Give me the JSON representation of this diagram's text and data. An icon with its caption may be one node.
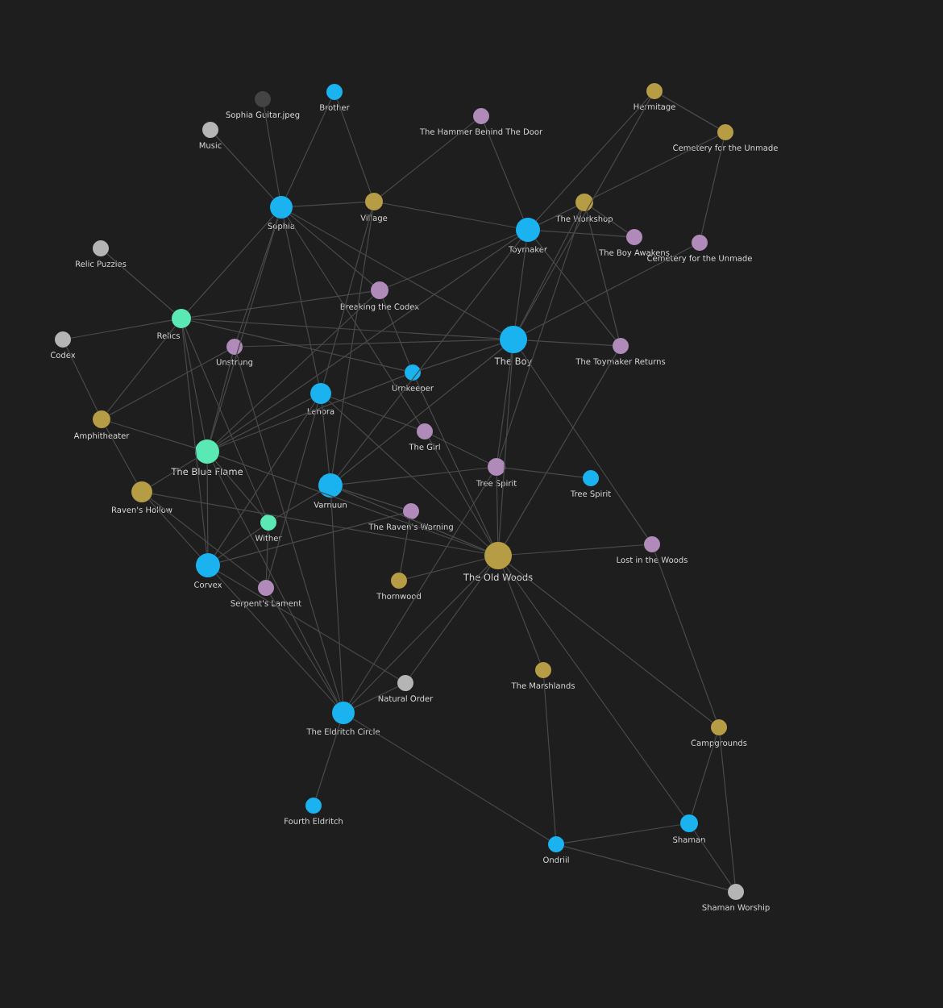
{
  "diagram": {
    "nodes": [
      {
        "text": [
          "Sophia Guitar.jpeg"
        ]
      },
      {
        "text": [
          "Brother"
        ]
      },
      {
        "text": [
          "Music"
        ]
      },
      {
        "text": [
          "The Hammer Behind The Door"
        ]
      },
      {
        "text": [
          "Hermitage"
        ]
      },
      {
        "text": [
          "Cemetery for the Unmade"
        ]
      },
      {
        "text": [
          "Sophia"
        ]
      },
      {
        "text": [
          "Village"
        ]
      },
      {
        "text": [
          "The Workshop"
        ]
      },
      {
        "text": [
          "Toymaker"
        ]
      },
      {
        "text": [
          "The Boy Awakens"
        ]
      },
      {
        "text": [
          "Cemetery for the Unmade"
        ]
      },
      {
        "text": [
          "Relic Puzzles"
        ]
      },
      {
        "text": [
          "Breaking the Codex"
        ]
      },
      {
        "text": [
          "Relics"
        ]
      },
      {
        "text": [
          "Codex"
        ]
      },
      {
        "text": [
          "Unstrung"
        ]
      },
      {
        "text": [
          "The Boy"
        ]
      },
      {
        "text": [
          "The Toymaker Returns"
        ]
      },
      {
        "text": [
          "Urnkeeper"
        ]
      },
      {
        "text": [
          "Lenora"
        ]
      },
      {
        "text": [
          "Amphitheater"
        ]
      },
      {
        "text": [
          "The Blue Flame"
        ]
      },
      {
        "text": [
          "The Girl"
        ]
      },
      {
        "text": [
          "Tree Spirit"
        ]
      },
      {
        "text": [
          "Tree Spirit"
        ]
      },
      {
        "text": [
          "Raven's Hollow"
        ]
      },
      {
        "text": [
          "Varnuun"
        ]
      },
      {
        "text": [
          "The Raven's Warning"
        ]
      },
      {
        "text": [
          "Wither"
        ]
      },
      {
        "text": [
          "Lost in the Woods"
        ]
      },
      {
        "text": [
          "The Old Woods"
        ]
      },
      {
        "text": [
          "Corvex"
        ]
      },
      {
        "text": [
          "Thornwood"
        ]
      },
      {
        "text": [
          "Serpent's Lament"
        ]
      },
      {
        "text": [
          "The Marshlands"
        ]
      },
      {
        "text": [
          "Natural Order"
        ]
      },
      {
        "text": [
          "The Eldritch Circle"
        ]
      },
      {
        "text": [
          "Campgrounds"
        ]
      },
      {
        "text": [
          "Fourth Eldritch"
        ]
      },
      {
        "text": [
          "Shaman"
        ]
      },
      {
        "text": [
          "Ondriil"
        ]
      },
      {
        "text": [
          "Shaman Worship"
        ]
      }
    ],
    "edges": [
      {
        "from": 0,
        "to": 6,
        "arrow": "none"
      },
      {
        "from": 2,
        "to": 6,
        "arrow": "none"
      },
      {
        "from": 1,
        "to": 6,
        "arrow": "none"
      },
      {
        "from": 6,
        "to": 7,
        "arrow": "none"
      },
      {
        "from": 6,
        "to": 14,
        "arrow": "none"
      },
      {
        "from": 6,
        "to": 16,
        "arrow": "none"
      },
      {
        "from": 6,
        "to": 22,
        "arrow": "none"
      },
      {
        "from": 6,
        "to": 20,
        "arrow": "none"
      },
      {
        "from": 6,
        "to": 13,
        "arrow": "none"
      },
      {
        "from": 6,
        "to": 17,
        "arrow": "none"
      },
      {
        "from": 6,
        "to": 23,
        "arrow": "none"
      },
      {
        "from": 1,
        "to": 7,
        "arrow": "none"
      },
      {
        "from": 7,
        "to": 3,
        "arrow": "none"
      },
      {
        "from": 7,
        "to": 9,
        "arrow": "none"
      },
      {
        "from": 7,
        "to": 27,
        "arrow": "none"
      },
      {
        "from": 7,
        "to": 20,
        "arrow": "none"
      },
      {
        "from": 3,
        "to": 9,
        "arrow": "none"
      },
      {
        "from": 4,
        "to": 5,
        "arrow": "none"
      },
      {
        "from": 4,
        "to": 9,
        "arrow": "none"
      },
      {
        "from": 4,
        "to": 17,
        "arrow": "none"
      },
      {
        "from": 5,
        "to": 8,
        "arrow": "none"
      },
      {
        "from": 5,
        "to": 11,
        "arrow": "none"
      },
      {
        "from": 8,
        "to": 9,
        "arrow": "none"
      },
      {
        "from": 8,
        "to": 10,
        "arrow": "none"
      },
      {
        "from": 8,
        "to": 17,
        "arrow": "none"
      },
      {
        "from": 8,
        "to": 18,
        "arrow": "none"
      },
      {
        "from": 9,
        "to": 10,
        "arrow": "none"
      },
      {
        "from": 9,
        "to": 13,
        "arrow": "none"
      },
      {
        "from": 9,
        "to": 22,
        "arrow": "none"
      },
      {
        "from": 9,
        "to": 17,
        "arrow": "none"
      },
      {
        "from": 9,
        "to": 18,
        "arrow": "none"
      },
      {
        "from": 8,
        "to": 24,
        "arrow": "none"
      },
      {
        "from": 9,
        "to": 27,
        "arrow": "none"
      },
      {
        "from": 11,
        "to": 17,
        "arrow": "none"
      },
      {
        "from": 12,
        "to": 14,
        "arrow": "none"
      },
      {
        "from": 13,
        "to": 14,
        "arrow": "none"
      },
      {
        "from": 13,
        "to": 19,
        "arrow": "none"
      },
      {
        "from": 13,
        "to": 22,
        "arrow": "none"
      },
      {
        "from": 14,
        "to": 15,
        "arrow": "none"
      },
      {
        "from": 14,
        "to": 17,
        "arrow": "none"
      },
      {
        "from": 14,
        "to": 21,
        "arrow": "none"
      },
      {
        "from": 14,
        "to": 22,
        "arrow": "none"
      },
      {
        "from": 14,
        "to": 32,
        "arrow": "none"
      },
      {
        "from": 14,
        "to": 19,
        "arrow": "none"
      },
      {
        "from": 14,
        "to": 29,
        "arrow": "none"
      },
      {
        "from": 15,
        "to": 21,
        "arrow": "none"
      },
      {
        "from": 16,
        "to": 17,
        "arrow": "none"
      },
      {
        "from": 16,
        "to": 22,
        "arrow": "none"
      },
      {
        "from": 16,
        "to": 21,
        "arrow": "none"
      },
      {
        "from": 16,
        "to": 37,
        "arrow": "none"
      },
      {
        "from": 17,
        "to": 18,
        "arrow": "none"
      },
      {
        "from": 17,
        "to": 19,
        "arrow": "none"
      },
      {
        "from": 17,
        "to": 24,
        "arrow": "none"
      },
      {
        "from": 17,
        "to": 31,
        "arrow": "none"
      },
      {
        "from": 17,
        "to": 30,
        "arrow": "none"
      },
      {
        "from": 17,
        "to": 27,
        "arrow": "none"
      },
      {
        "from": 19,
        "to": 22,
        "arrow": "none"
      },
      {
        "from": 18,
        "to": 31,
        "arrow": "none"
      },
      {
        "from": 19,
        "to": 31,
        "arrow": "none"
      },
      {
        "from": 20,
        "to": 22,
        "arrow": "none"
      },
      {
        "from": 20,
        "to": 27,
        "arrow": "none"
      },
      {
        "from": 20,
        "to": 32,
        "arrow": "none"
      },
      {
        "from": 20,
        "to": 23,
        "arrow": "none"
      },
      {
        "from": 20,
        "to": 31,
        "arrow": "none"
      },
      {
        "from": 20,
        "to": 34,
        "arrow": "none"
      },
      {
        "from": 21,
        "to": 22,
        "arrow": "none"
      },
      {
        "from": 21,
        "to": 26,
        "arrow": "none"
      },
      {
        "from": 22,
        "to": 26,
        "arrow": "none"
      },
      {
        "from": 22,
        "to": 32,
        "arrow": "none"
      },
      {
        "from": 22,
        "to": 37,
        "arrow": "none"
      },
      {
        "from": 22,
        "to": 29,
        "arrow": "none"
      },
      {
        "from": 22,
        "to": 31,
        "arrow": "none"
      },
      {
        "from": 23,
        "to": 24,
        "arrow": "none"
      },
      {
        "from": 23,
        "to": 31,
        "arrow": "none"
      },
      {
        "from": 24,
        "to": 25,
        "arrow": "none"
      },
      {
        "from": 24,
        "to": 27,
        "arrow": "none"
      },
      {
        "from": 24,
        "to": 31,
        "arrow": "none"
      },
      {
        "from": 24,
        "to": 37,
        "arrow": "none"
      },
      {
        "from": 26,
        "to": 32,
        "arrow": "none"
      },
      {
        "from": 26,
        "to": 31,
        "arrow": "none"
      },
      {
        "from": 26,
        "to": 34,
        "arrow": "none"
      },
      {
        "from": 27,
        "to": 28,
        "arrow": "none"
      },
      {
        "from": 27,
        "to": 31,
        "arrow": "none"
      },
      {
        "from": 27,
        "to": 37,
        "arrow": "none"
      },
      {
        "from": 27,
        "to": 29,
        "arrow": "none"
      },
      {
        "from": 28,
        "to": 32,
        "arrow": "none"
      },
      {
        "from": 28,
        "to": 33,
        "arrow": "none"
      },
      {
        "from": 29,
        "to": 32,
        "arrow": "none"
      },
      {
        "from": 29,
        "to": 34,
        "arrow": "none"
      },
      {
        "from": 30,
        "to": 31,
        "arrow": "none"
      },
      {
        "from": 30,
        "to": 38,
        "arrow": "none"
      },
      {
        "from": 31,
        "to": 33,
        "arrow": "none"
      },
      {
        "from": 31,
        "to": 35,
        "arrow": "none"
      },
      {
        "from": 31,
        "to": 38,
        "arrow": "none"
      },
      {
        "from": 31,
        "to": 40,
        "arrow": "none"
      },
      {
        "from": 31,
        "to": 36,
        "arrow": "none"
      },
      {
        "from": 31,
        "to": 37,
        "arrow": "none"
      },
      {
        "from": 32,
        "to": 37,
        "arrow": "none"
      },
      {
        "from": 32,
        "to": 36,
        "arrow": "none"
      },
      {
        "from": 34,
        "to": 37,
        "arrow": "none"
      },
      {
        "from": 35,
        "to": 41,
        "arrow": "none"
      },
      {
        "from": 36,
        "to": 37,
        "arrow": "none"
      },
      {
        "from": 37,
        "to": 39,
        "arrow": "none"
      },
      {
        "from": 37,
        "to": 41,
        "arrow": "none"
      },
      {
        "from": 38,
        "to": 40,
        "arrow": "none"
      },
      {
        "from": 38,
        "to": 42,
        "arrow": "none"
      },
      {
        "from": 40,
        "to": 41,
        "arrow": "none"
      },
      {
        "from": 40,
        "to": 42,
        "arrow": "none"
      },
      {
        "from": 41,
        "to": 42,
        "arrow": "none"
      }
    ]
  }
}
